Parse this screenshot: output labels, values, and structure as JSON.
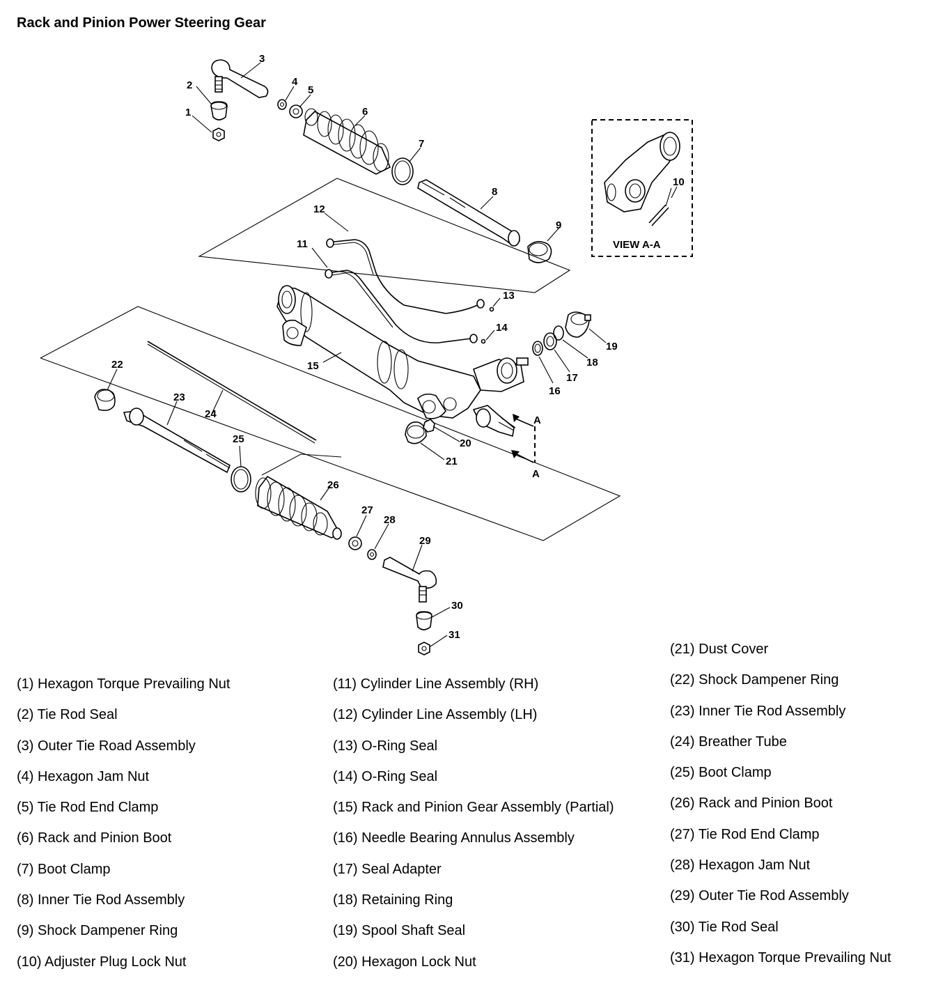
{
  "title": "Rack and Pinion Power Steering Gear",
  "view_label": "VIEW A-A",
  "section_letter": "A",
  "callouts": [
    "1",
    "2",
    "3",
    "4",
    "5",
    "6",
    "7",
    "8",
    "9",
    "10",
    "11",
    "12",
    "13",
    "14",
    "15",
    "16",
    "17",
    "18",
    "19",
    "20",
    "21",
    "22",
    "23",
    "24",
    "25",
    "26",
    "27",
    "28",
    "29",
    "30",
    "31"
  ],
  "legend": {
    "col1": [
      "(1) Hexagon Torque Prevailing Nut",
      "(2) Tie Rod Seal",
      "(3) Outer Tie Road Assembly",
      "(4) Hexagon Jam Nut",
      "(5) Tie Rod End Clamp",
      "(6) Rack and Pinion Boot",
      "(7) Boot Clamp",
      "(8) Inner Tie Rod Assembly",
      "(9) Shock Dampener Ring",
      "(10) Adjuster Plug Lock Nut"
    ],
    "col2": [
      "(11) Cylinder Line Assembly (RH)",
      "(12) Cylinder Line Assembly (LH)",
      "(13) O-Ring Seal",
      "(14) O-Ring Seal",
      "(15) Rack and Pinion Gear Assembly (Partial)",
      "(16) Needle Bearing Annulus Assembly",
      "(17) Seal Adapter",
      "(18) Retaining Ring",
      "(19) Spool Shaft Seal",
      "(20) Hexagon Lock Nut"
    ],
    "col3": [
      "(21) Dust Cover",
      "(22) Shock Dampener Ring",
      "(23) Inner Tie Rod Assembly",
      "(24) Breather Tube",
      "(25) Boot Clamp",
      "(26) Rack and Pinion Boot",
      "(27) Tie Rod End Clamp",
      "(28) Hexagon Jam Nut",
      "(29) Outer Tie Rod Assembly",
      "(30) Tie Rod Seal",
      "(31) Hexagon Torque Prevailing Nut"
    ]
  }
}
